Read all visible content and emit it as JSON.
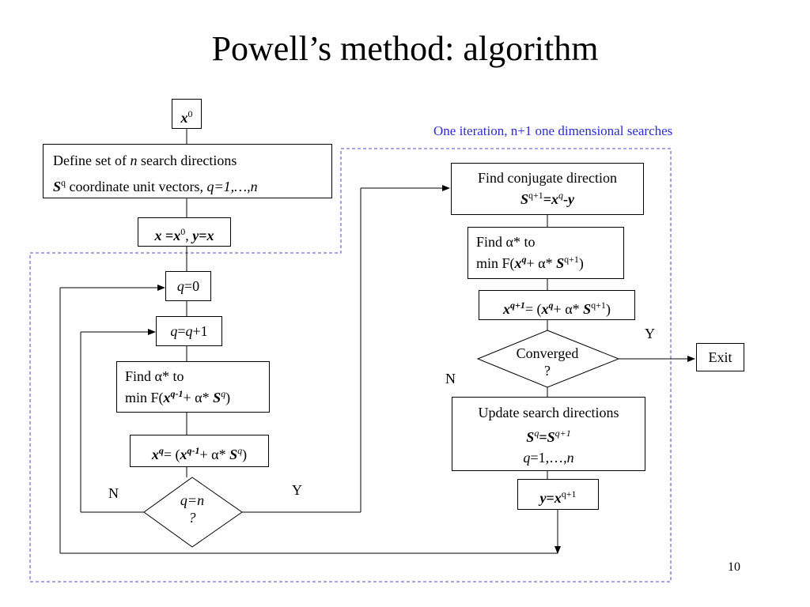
{
  "slide": {
    "title": "Powell’s method: algorithm",
    "page_number": "10",
    "annotation": "One iteration, n+1 one dimensional searches"
  },
  "flow": {
    "start": {
      "var": "x",
      "sup": "0"
    },
    "define": {
      "l1_a": "Define set of ",
      "l1_n": "n",
      "l1_b": " search directions",
      "l2_S": "S",
      "l2_q": "q",
      "l2_text": " coordinate unit vectors, ",
      "l2_range": "q=1,…,n"
    },
    "init_xy": {
      "x": "x",
      "eq": " =",
      "x0": "x",
      "sup": "0",
      "comma": ", ",
      "y": "y",
      "eq2": "=",
      "x2": "x"
    },
    "q_zero": {
      "q": "q",
      "rest": "=0"
    },
    "q_inc": {
      "q": "q",
      "eq": "=",
      "q2": "q",
      "rest": "+1"
    },
    "find_alpha_left": {
      "l1": "Find α* to",
      "l2_a": "min F(",
      "x": "x",
      "sup": "q-1",
      "plus": "+ α* ",
      "S": "S",
      "sup2": "q",
      "close": ")"
    },
    "update_x_left": {
      "x": "x",
      "sup": "q",
      "mid": "= (",
      "x2": "x",
      "sup2": "q-1",
      "plus": "+ α* ",
      "S": "S",
      "sup3": "q",
      "close": ")"
    },
    "decision_q": {
      "l1": "q=n",
      "l2": "?"
    },
    "label_N_left": "N",
    "label_Y_left": "Y",
    "find_conjugate": {
      "l1": "Find conjugate direction",
      "S": "S",
      "sup": "q+1",
      "eq": "=",
      "x": "x",
      "sup2": "q",
      "minus": "-",
      "y": "y"
    },
    "find_alpha_right": {
      "l1": "Find α* to",
      "l2_a": "min F(",
      "x": "x",
      "sup": "q",
      "plus": "+ α* ",
      "S": "S",
      "sup2": "q+1",
      "close": ")"
    },
    "update_x_right": {
      "x": "x",
      "sup": "q+1",
      "mid": "= (",
      "x2": "x",
      "sup2": "q",
      "plus": "+ α* ",
      "S": "S",
      "sup3": "q+1",
      "close": ")"
    },
    "decision_conv": {
      "l1": "Converged",
      "l2": "?"
    },
    "label_Y_right": "Y",
    "label_N_right": "N",
    "exit": "Exit",
    "update_dirs": {
      "l1": "Update search directions",
      "S": "S",
      "sup": "q",
      "eq": "=",
      "S2": "S",
      "sup2": "q+1",
      "l3_q": "q",
      "l3_rest": "=1,…,",
      "l3_n": "n"
    },
    "final_y": {
      "y": "y",
      "eq": "=",
      "x": "x",
      "sup": "q+1"
    }
  }
}
